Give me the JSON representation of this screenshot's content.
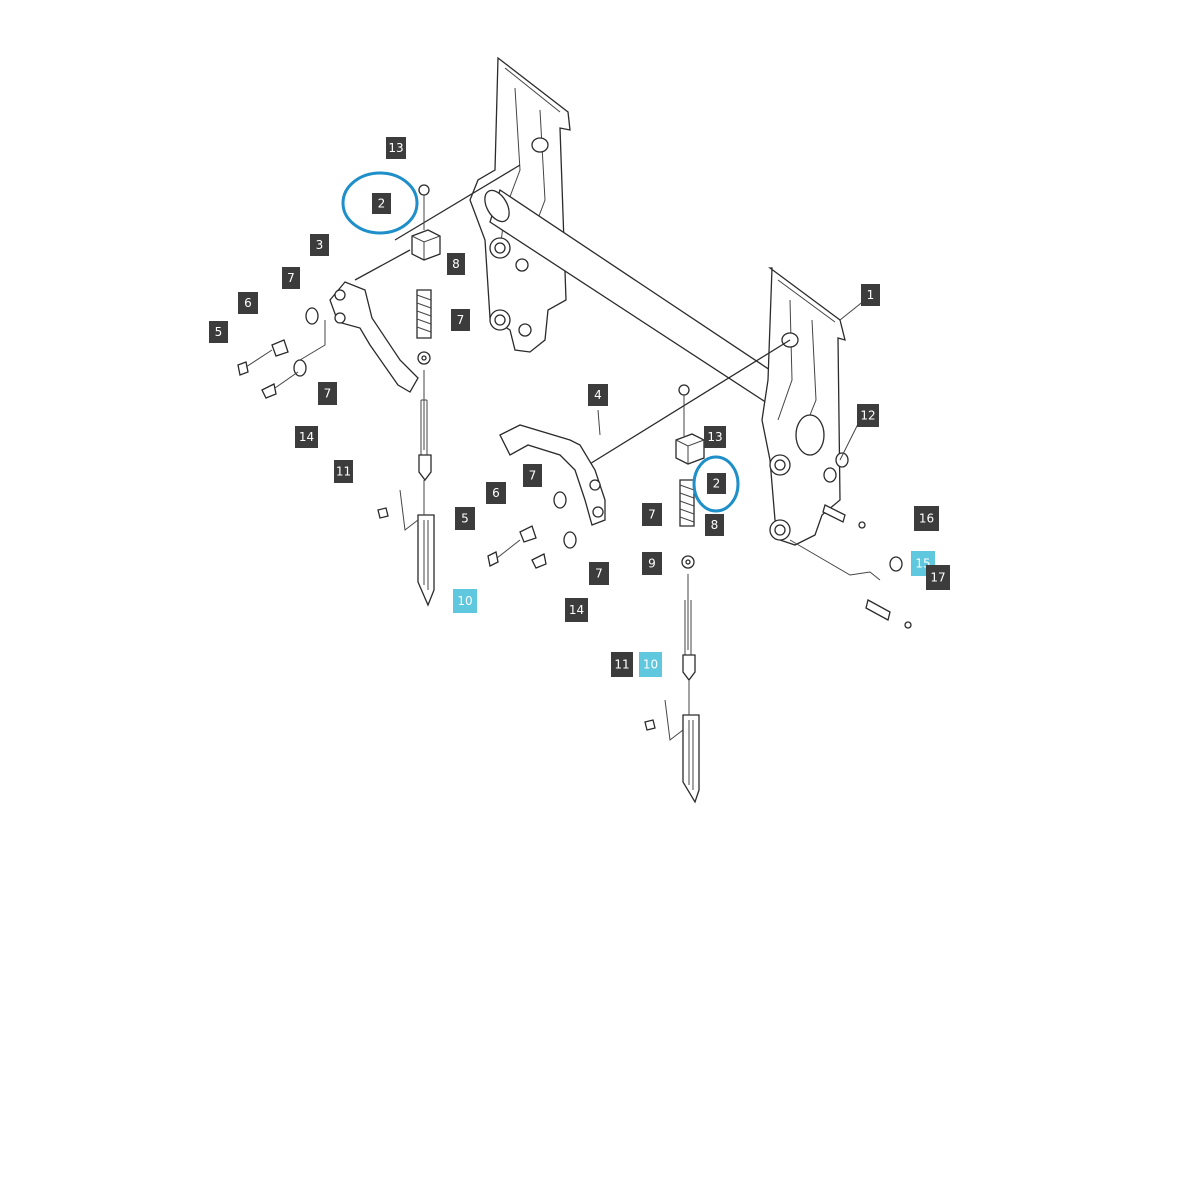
{
  "diagram": {
    "callouts": [
      {
        "id": "c-13a",
        "label": "13",
        "highlight": false
      },
      {
        "id": "c-2a",
        "label": "2",
        "highlight": false
      },
      {
        "id": "c-3",
        "label": "3",
        "highlight": false
      },
      {
        "id": "c-8a",
        "label": "8",
        "highlight": false
      },
      {
        "id": "c-7a",
        "label": "7",
        "highlight": false
      },
      {
        "id": "c-6a",
        "label": "6",
        "highlight": false
      },
      {
        "id": "c-5a",
        "label": "5",
        "highlight": false
      },
      {
        "id": "c-7b",
        "label": "7",
        "highlight": false
      },
      {
        "id": "c-7c",
        "label": "7",
        "highlight": false
      },
      {
        "id": "c-14a",
        "label": "14",
        "highlight": false
      },
      {
        "id": "c-11a",
        "label": "11",
        "highlight": false
      },
      {
        "id": "c-10a",
        "label": "10",
        "highlight": true
      },
      {
        "id": "c-1",
        "label": "1",
        "highlight": false
      },
      {
        "id": "c-4",
        "label": "4",
        "highlight": false
      },
      {
        "id": "c-12",
        "label": "12",
        "highlight": false
      },
      {
        "id": "c-13b",
        "label": "13",
        "highlight": false
      },
      {
        "id": "c-7d",
        "label": "7",
        "highlight": false
      },
      {
        "id": "c-2b",
        "label": "2",
        "highlight": false
      },
      {
        "id": "c-8b",
        "label": "8",
        "highlight": false
      },
      {
        "id": "c-6b",
        "label": "6",
        "highlight": false
      },
      {
        "id": "c-5b",
        "label": "5",
        "highlight": false
      },
      {
        "id": "c-7e",
        "label": "7",
        "highlight": false
      },
      {
        "id": "c-7f",
        "label": "7",
        "highlight": false
      },
      {
        "id": "c-14b",
        "label": "14",
        "highlight": false
      },
      {
        "id": "c-9",
        "label": "9",
        "highlight": false
      },
      {
        "id": "c-16",
        "label": "16",
        "highlight": false
      },
      {
        "id": "c-15",
        "label": "15",
        "highlight": true
      },
      {
        "id": "c-17",
        "label": "17",
        "highlight": false
      },
      {
        "id": "c-11b",
        "label": "11",
        "highlight": false
      },
      {
        "id": "c-10b",
        "label": "10",
        "highlight": true
      }
    ],
    "colors": {
      "callout_dark": "#3c3c3c",
      "callout_highlight": "#5fc8de",
      "ring": "#1e8fc8",
      "line": "#2b2b2b"
    }
  }
}
